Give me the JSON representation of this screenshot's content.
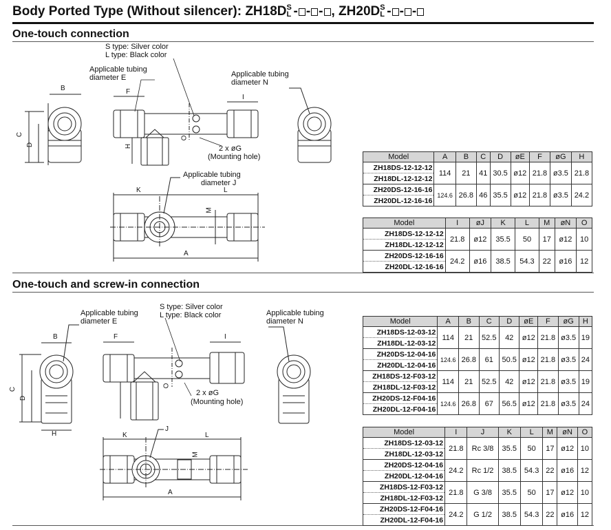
{
  "title": {
    "prefix": "Body Ported Type (Without silencer): ZH18D",
    "sep": ", ZH20D",
    "s": "S",
    "l": "L"
  },
  "sections": {
    "one_touch": "One-touch connection",
    "screw_in": "One-touch and screw-in connection"
  },
  "labels": {
    "type_s": "S type: Silver color",
    "type_l": "L type: Black color",
    "tubing": "Applicable tubing",
    "diam_e": "diameter  E",
    "diam_n": "diameter  N",
    "diam_j": "diameter  J",
    "mount_holes": "2 x øG",
    "mount_note": "(Mounting hole)"
  },
  "dims": {
    "A": "A",
    "B": "B",
    "C": "C",
    "D": "D",
    "F": "F",
    "H": "H",
    "I": "I",
    "J": "J",
    "K": "K",
    "L": "L",
    "M": "M",
    "O": "O"
  },
  "table1": {
    "headers": [
      "Model",
      "A",
      "B",
      "C",
      "D",
      "øE",
      "F",
      "øG",
      "H"
    ],
    "groups": [
      {
        "models": [
          "ZH18DS-12-12-12",
          "ZH18DL-12-12-12"
        ],
        "values": [
          "114",
          "21",
          "41",
          "30.5",
          "ø12",
          "21.8",
          "ø3.5",
          "21.8"
        ]
      },
      {
        "models": [
          "ZH20DS-12-16-16",
          "ZH20DL-12-16-16"
        ],
        "values": [
          "124.6",
          "26.8",
          "46",
          "35.5",
          "ø12",
          "21.8",
          "ø3.5",
          "24.2"
        ]
      }
    ]
  },
  "table2": {
    "headers": [
      "Model",
      "I",
      "øJ",
      "K",
      "L",
      "M",
      "øN",
      "O"
    ],
    "groups": [
      {
        "models": [
          "ZH18DS-12-12-12",
          "ZH18DL-12-12-12"
        ],
        "values": [
          "21.8",
          "ø12",
          "35.5",
          "50",
          "17",
          "ø12",
          "10"
        ]
      },
      {
        "models": [
          "ZH20DS-12-16-16",
          "ZH20DL-12-16-16"
        ],
        "values": [
          "24.2",
          "ø16",
          "38.5",
          "54.3",
          "22",
          "ø16",
          "12"
        ]
      }
    ]
  },
  "table3": {
    "headers": [
      "Model",
      "A",
      "B",
      "C",
      "D",
      "øE",
      "F",
      "øG",
      "H"
    ],
    "groups": [
      {
        "models": [
          "ZH18DS-12-03-12",
          "ZH18DL-12-03-12"
        ],
        "values": [
          "114",
          "21",
          "52.5",
          "42",
          "ø12",
          "21.8",
          "ø3.5",
          "19"
        ]
      },
      {
        "models": [
          "ZH20DS-12-04-16",
          "ZH20DL-12-04-16"
        ],
        "values": [
          "124.6",
          "26.8",
          "61",
          "50.5",
          "ø12",
          "21.8",
          "ø3.5",
          "24"
        ]
      },
      {
        "models": [
          "ZH18DS-12-F03-12",
          "ZH18DL-12-F03-12"
        ],
        "values": [
          "114",
          "21",
          "52.5",
          "42",
          "ø12",
          "21.8",
          "ø3.5",
          "19"
        ]
      },
      {
        "models": [
          "ZH20DS-12-F04-16",
          "ZH20DL-12-F04-16"
        ],
        "values": [
          "124.6",
          "26.8",
          "67",
          "56.5",
          "ø12",
          "21.8",
          "ø3.5",
          "24"
        ]
      }
    ]
  },
  "table4": {
    "headers": [
      "Model",
      "I",
      "J",
      "K",
      "L",
      "M",
      "øN",
      "O"
    ],
    "groups": [
      {
        "models": [
          "ZH18DS-12-03-12",
          "ZH18DL-12-03-12"
        ],
        "values": [
          "21.8",
          "Rc 3/8",
          "35.5",
          "50",
          "17",
          "ø12",
          "10"
        ]
      },
      {
        "models": [
          "ZH20DS-12-04-16",
          "ZH20DL-12-04-16"
        ],
        "values": [
          "24.2",
          "Rc 1/2",
          "38.5",
          "54.3",
          "22",
          "ø16",
          "12"
        ]
      },
      {
        "models": [
          "ZH18DS-12-F03-12",
          "ZH18DL-12-F03-12"
        ],
        "values": [
          "21.8",
          "G 3/8",
          "35.5",
          "50",
          "17",
          "ø12",
          "10"
        ]
      },
      {
        "models": [
          "ZH20DS-12-F04-16",
          "ZH20DL-12-F04-16"
        ],
        "values": [
          "24.2",
          "G 1/2",
          "38.5",
          "54.3",
          "22",
          "ø16",
          "12"
        ]
      }
    ]
  }
}
